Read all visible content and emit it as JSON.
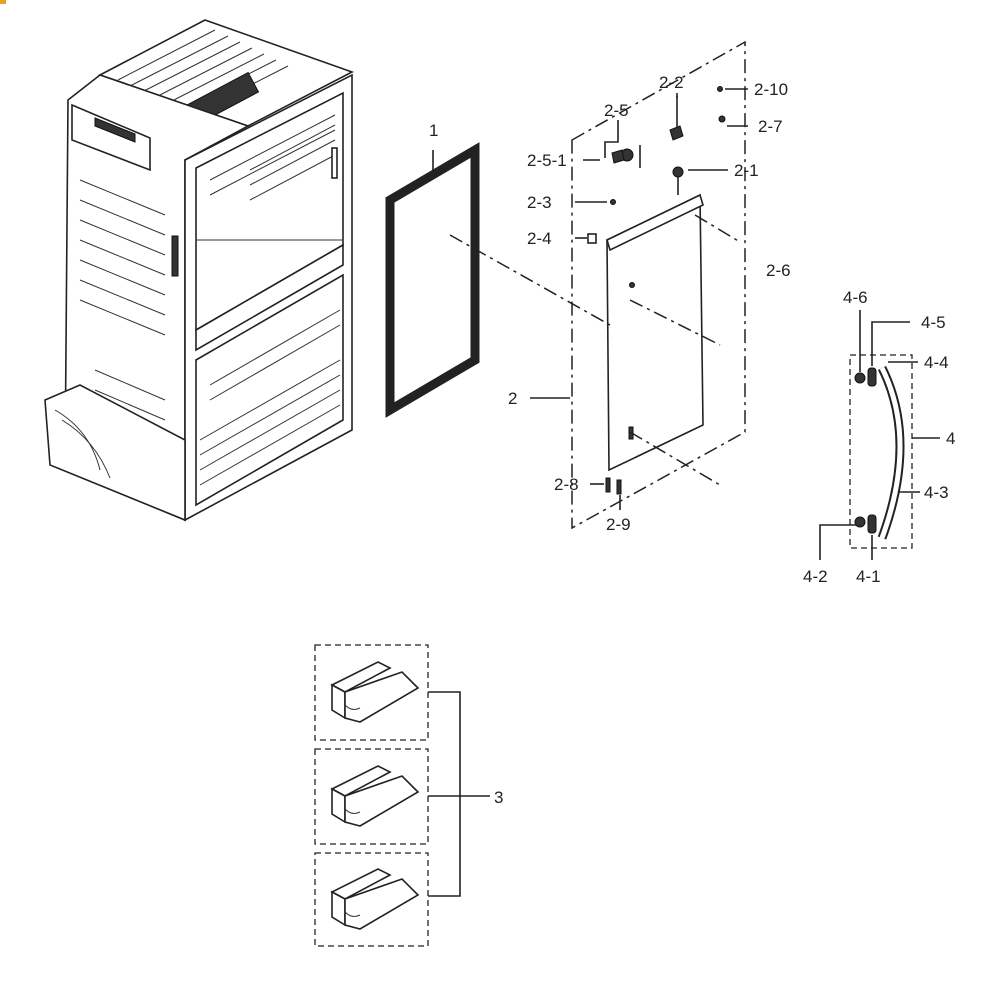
{
  "accent_mark_color": "#e8a020",
  "labels": {
    "p1": "1",
    "p2": "2",
    "p2_1": "2-1",
    "p2_2": "2-2",
    "p2_3": "2-3",
    "p2_4": "2-4",
    "p2_5": "2-5",
    "p2_5_1": "2-5-1",
    "p2_6": "2-6",
    "p2_7": "2-7",
    "p2_8": "2-8",
    "p2_9": "2-9",
    "p2_10": "2-10",
    "p3": "3",
    "p4": "4",
    "p4_1": "4-1",
    "p4_2": "4-2",
    "p4_3": "4-3",
    "p4_4": "4-4",
    "p4_5": "4-5",
    "p4_6": "4-6"
  }
}
